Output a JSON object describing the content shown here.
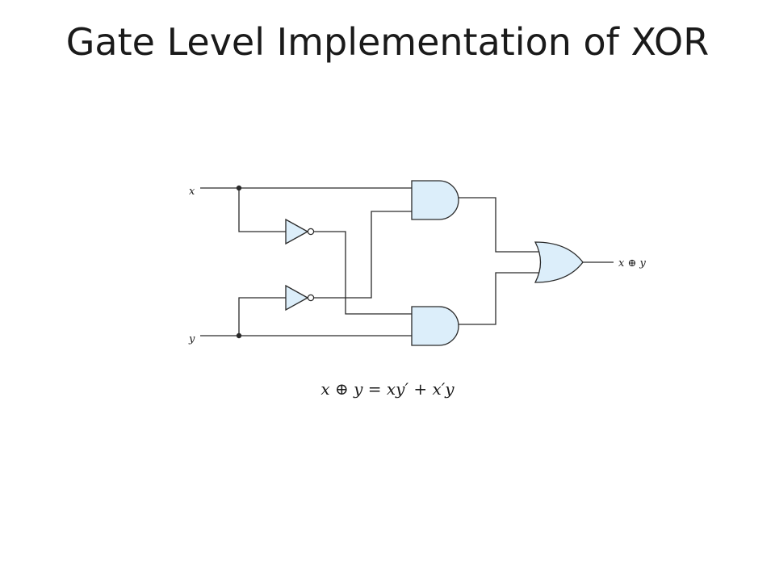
{
  "slide": {
    "title": "Gate Level Implementation of XOR",
    "equation": "x ⊕ y = xy′ + x′y"
  },
  "circuit": {
    "input_x_label": "x",
    "input_y_label": "y",
    "output_label": "x ⊕ y",
    "gates": [
      "not-x",
      "not-y",
      "and-top",
      "and-bottom",
      "or-output"
    ]
  },
  "colors": {
    "gate_fill": "#dceefa",
    "wire": "#2a2a2a"
  }
}
